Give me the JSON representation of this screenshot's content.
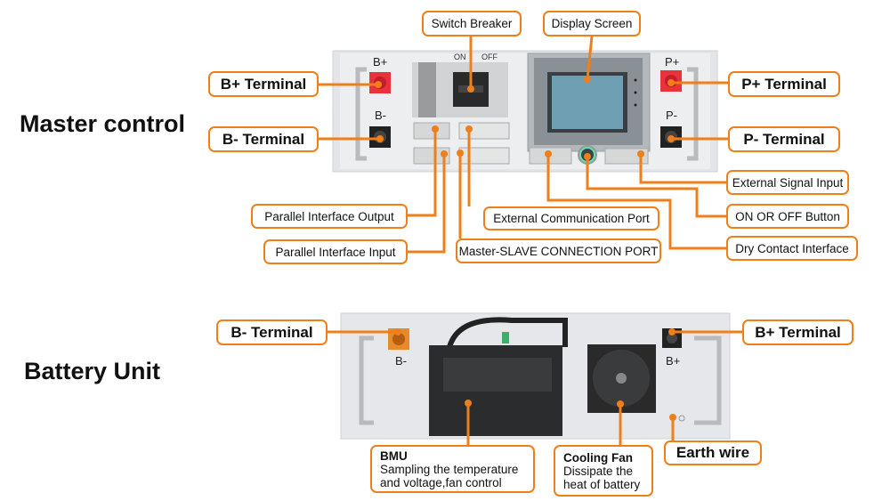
{
  "sections": {
    "master": "Master control",
    "battery": "Battery Unit"
  },
  "master_labels": {
    "switch_breaker": "Switch Breaker",
    "display_screen": "Display Screen",
    "b_plus": "B+ Terminal",
    "b_minus": "B- Terminal",
    "p_plus": "P+ Terminal",
    "p_minus": "P- Terminal",
    "external_signal_input": "External Signal Input",
    "on_off_button": "ON OR OFF Button",
    "dry_contact": "Dry Contact Interface",
    "parallel_output": "Parallel Interface Output",
    "parallel_input": "Parallel Interface Input",
    "external_comm": "External Communication Port",
    "master_slave": "Master-SLAVE CONNECTION PORT"
  },
  "master_device": {
    "b_plus": "B+",
    "b_minus": "B-",
    "p_plus": "P+",
    "p_minus": "P-",
    "on": "ON",
    "off": "OFF"
  },
  "battery_labels": {
    "b_minus": "B- Terminal",
    "b_plus": "B+ Terminal",
    "bmu_title": "BMU",
    "bmu_desc1": "Sampling the temperature",
    "bmu_desc2": "and voltage,fan control",
    "fan_title": "Cooling Fan",
    "fan_desc1": "Dissipate the",
    "fan_desc2": "heat of battery",
    "earth": "Earth wire"
  },
  "battery_device": {
    "b_minus": "B-",
    "b_plus": "B+"
  },
  "colors": {
    "accent": "#ef7f1a",
    "panel": "#e9eaec",
    "red_terminal": "#e8323c",
    "orange_terminal": "#e88a2a",
    "screen": "#6f9fb3"
  }
}
